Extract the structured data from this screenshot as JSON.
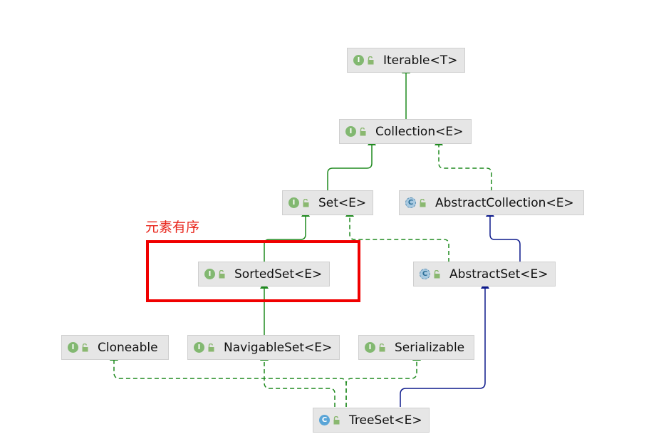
{
  "annotation": "元素有序",
  "nodes": {
    "iterable": {
      "label": "Iterable<T>",
      "kind": "I"
    },
    "collection": {
      "label": "Collection<E>",
      "kind": "I"
    },
    "set": {
      "label": "Set<E>",
      "kind": "I"
    },
    "abstract_collection": {
      "label": "AbstractCollection<E>",
      "kind": "C"
    },
    "sorted_set": {
      "label": "SortedSet<E>",
      "kind": "I"
    },
    "abstract_set": {
      "label": "AbstractSet<E>",
      "kind": "C"
    },
    "cloneable": {
      "label": "Cloneable",
      "kind": "I"
    },
    "navigable_set": {
      "label": "NavigableSet<E>",
      "kind": "I"
    },
    "serializable": {
      "label": "Serializable",
      "kind": "I"
    },
    "tree_set": {
      "label": "TreeSet<E>",
      "kind": "C"
    }
  },
  "colors": {
    "extends_interface": "#1f8a1f",
    "implements": "#1f8a1f",
    "extends_class": "#0d1a8c",
    "highlight": "#f00000",
    "annotation": "#e8261c"
  }
}
